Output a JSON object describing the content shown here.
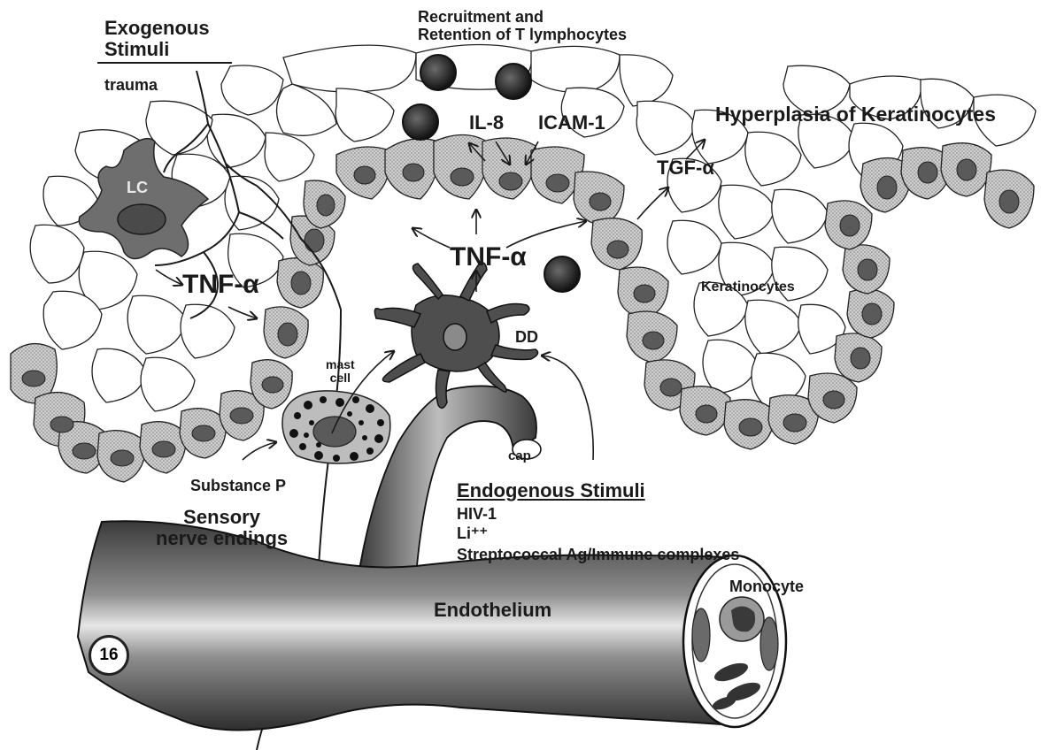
{
  "exogenous": {
    "heading": "Exogenous Stimuli",
    "item": "trauma"
  },
  "recruitment": {
    "line1": "Recruitment and",
    "line2": "Retention of T lymphocytes"
  },
  "il8": "IL-8",
  "icam1": "ICAM-1",
  "hyperplasia": "Hyperplasia of Keratinocytes",
  "tgf": "TGF-α",
  "lc": "LC",
  "tnf_left": "TNF-α",
  "tnf_center": "TNF-α",
  "keratinocytes": "Keratinocytes",
  "dd": "DD",
  "mast_cell": {
    "line1": "mast",
    "line2": "cell"
  },
  "cap": "cap",
  "substance_p": "Substance P",
  "sensory": {
    "line1": "Sensory",
    "line2": "nerve endings"
  },
  "endogenous": {
    "heading": "Endogenous Stimuli",
    "items": [
      "HIV-1",
      "Li⁺⁺",
      "Streptococcal Ag/Immune complexes"
    ]
  },
  "endothelium": "Endothelium",
  "monocyte": "Monocyte",
  "figure_number": "16",
  "colors": {
    "ink": "#1a1a1a",
    "basal_cell": "#bdbdbd",
    "nucleus": "#5a5a5a",
    "vessel": "#8a8a8a",
    "cell_fill": "#ffffff"
  }
}
